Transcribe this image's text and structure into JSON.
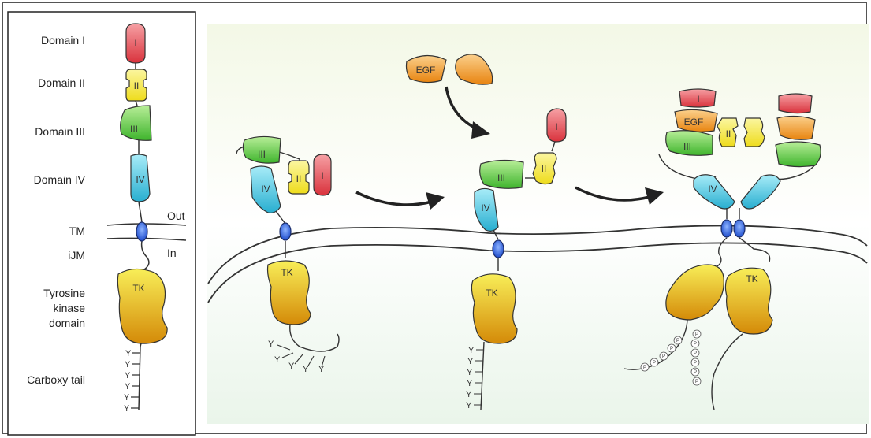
{
  "legend": {
    "domain_1": "Domain I",
    "domain_2": "Domain II",
    "domain_3": "Domain III",
    "domain_4": "Domain IV",
    "tm": "TM",
    "ijm": "iJM",
    "out": "Out",
    "in": "In",
    "tk_line1": "Tyrosine",
    "tk_line2": "kinase",
    "tk_line3": "domain",
    "carboxy": "Carboxy tail"
  },
  "domain_labels": {
    "d1": "I",
    "d2": "II",
    "d3": "III",
    "d4": "IV",
    "tk": "TK",
    "egf": "EGF",
    "tyr": "Y",
    "phospho": "P"
  },
  "colors": {
    "domain_1": "#e8444c",
    "domain_2": "#f2ea3a",
    "domain_3": "#58c43c",
    "domain_4": "#38bcd8",
    "egf": "#f0901c",
    "tm": "#2f5fd8",
    "tk_top": "#f4e43a",
    "tk_bottom": "#d8920c"
  }
}
